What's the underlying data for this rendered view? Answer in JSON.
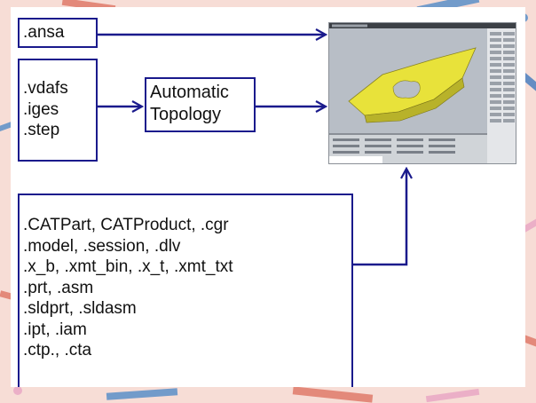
{
  "diagram": {
    "direct_formats": [
      ".ansa"
    ],
    "neutral_formats": [
      ".vdafs",
      ".iges",
      ".step"
    ],
    "process_box": {
      "line1": "Automatic",
      "line2": "Topology"
    },
    "cad_formats": [
      ".CATPart, CATProduct, .cgr",
      ".model, .session, .dlv",
      ".x_b, .xmt_bin, .x_t, .xmt_txt",
      ".prt, .asm",
      ".sldprt, .sldasm",
      ".ipt, .iam",
      ".ctp., .cta"
    ],
    "target_image": {
      "content": "ANSA pre-processor screenshot with yellow 3D part"
    }
  },
  "colors": {
    "arrow": "#1a1a8c",
    "box_border": "#1a1a8c",
    "backdrop": "#f7ddd6",
    "model": "#e8e23a"
  }
}
